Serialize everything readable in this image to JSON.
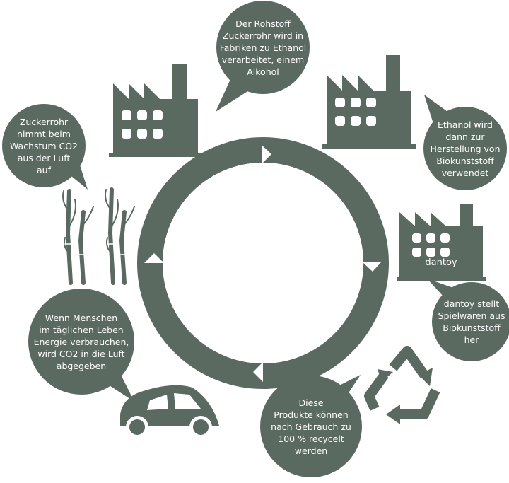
{
  "colors": {
    "primary": "#5a6a61",
    "background": "#ffffff"
  },
  "bubbles": {
    "rohstoff": "Der Rohstoff\nZuckerrohr wird in\nFabriken zu Ethanol\nverarbeitet, einem\nAlkohol",
    "zuckerrohr": "Zuckerrohr\nnimmt beim\nWachstum CO2\naus der Luft\nauf",
    "ethanol": "Ethanol wird\ndann zur\nHerstellung von\nBiokunststoff\nverwendet",
    "dantoy": "dantoy stellt\nSpielwaren aus\nBiokunststoff\nher",
    "menschen": "Wenn Menschen\nim täglichen Leben\nEnergie verbrauchen,\nwird CO2 in die Luft\nabgegeben",
    "recycelt": "Diese\nProdukte können\nnach Gebrauch zu\n100 % recycelt\nwerden"
  },
  "factory_label": "dantoy",
  "icons": {
    "factory_left": "factory-icon",
    "factory_right": "factory-icon",
    "factory_dantoy": "factory-icon",
    "sugarcane": "sugarcane-icon",
    "car": "car-icon",
    "recycle": "recycle-icon",
    "cycle": "cycle-ring"
  }
}
